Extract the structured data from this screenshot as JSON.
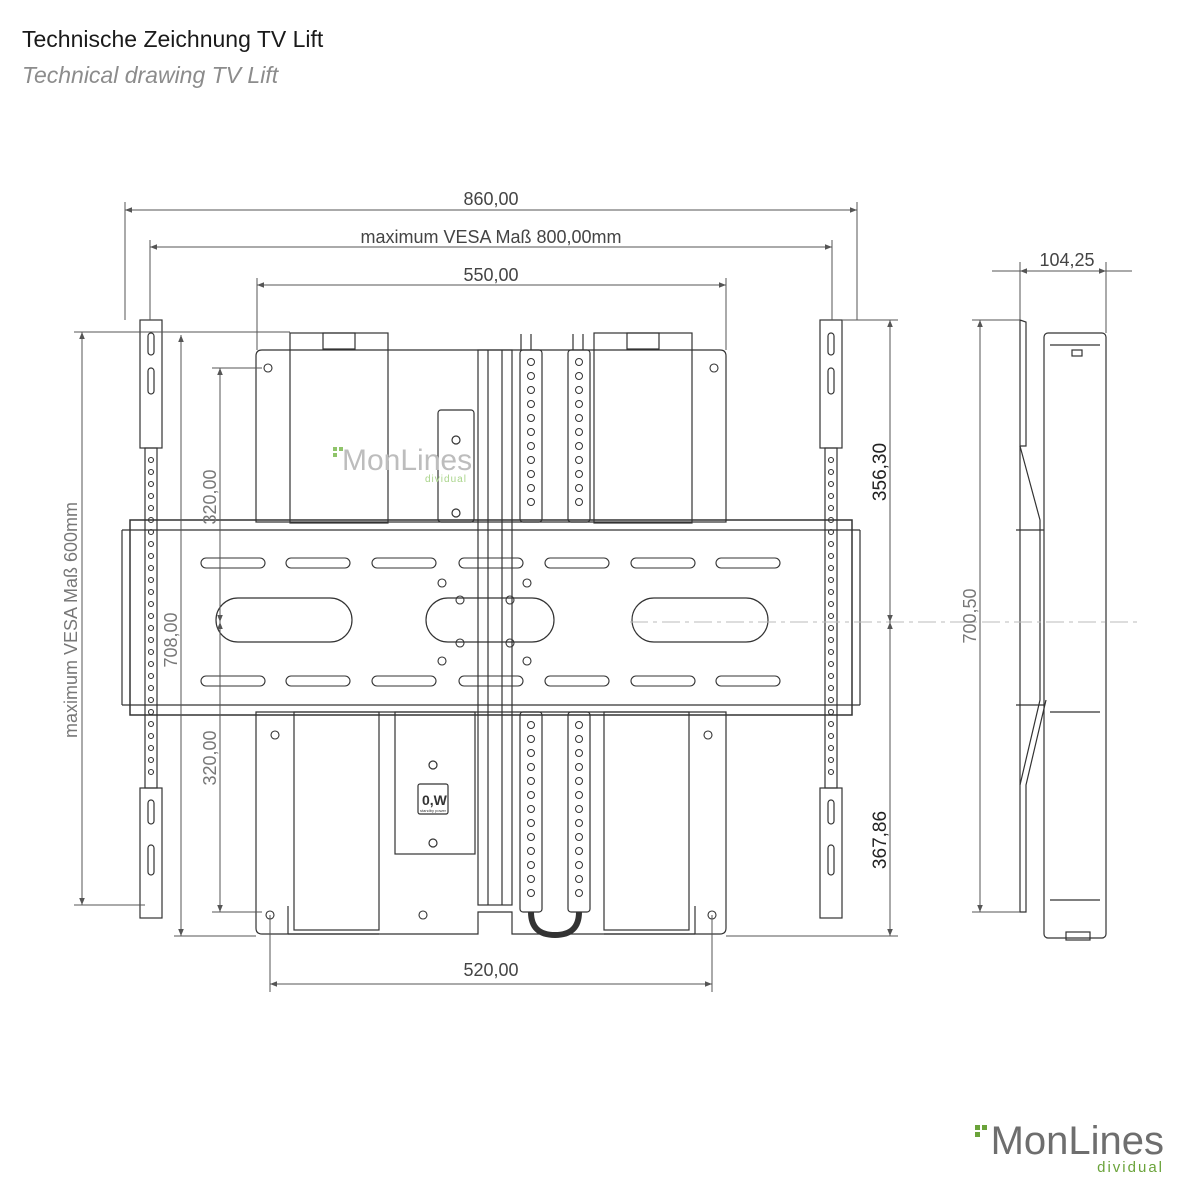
{
  "header": {
    "title": "Technische Zeichnung TV Lift",
    "subtitle": "Technical drawing TV Lift"
  },
  "dimensions": {
    "total_width": "860,00",
    "vesa_width": "maximum VESA Maß 800,00mm",
    "inner_width": "550,00",
    "bottom_width": "520,00",
    "vesa_height": "maximum VESA Maß 600mm",
    "total_height": "708,00",
    "upper_half": "320,00",
    "lower_half": "320,00",
    "upper_right": "356,30",
    "lower_right": "367,86",
    "side_depth": "104,25",
    "side_height": "700,50"
  },
  "watermark": {
    "brand": "MonLines",
    "tagline": "dividual"
  },
  "labels": {
    "power_badge": "0,W",
    "power_caption": "standby power"
  },
  "logo": {
    "brand": "MonLines",
    "tagline": "dividual"
  },
  "colors": {
    "line": "#333333",
    "accent": "#6aa33a",
    "text_gray": "#8c8c8c"
  }
}
